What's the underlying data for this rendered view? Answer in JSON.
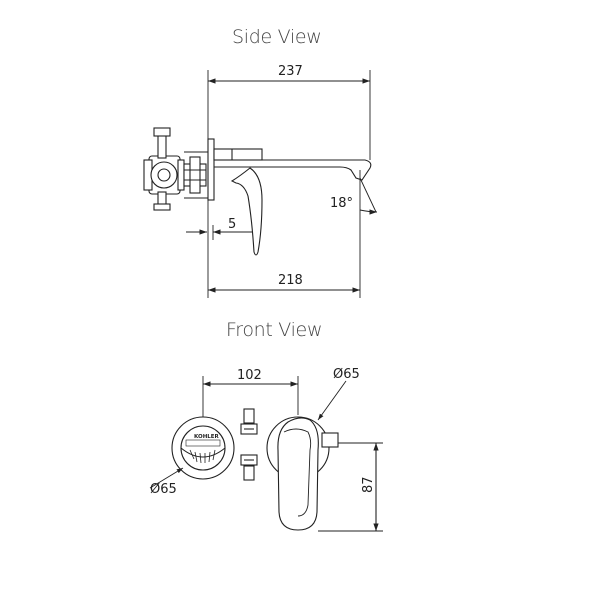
{
  "side_view": {
    "title": "Side View",
    "dims": {
      "overall_length": "237",
      "wall_plate_gap": "5",
      "spout_length": "218",
      "spout_angle": "18°"
    }
  },
  "front_view": {
    "title": "Front View",
    "dims": {
      "center_distance": "102",
      "right_plate_diameter": "Ø65",
      "left_plate_diameter": "Ø65",
      "height": "87"
    },
    "logo_text": "KOHLER"
  }
}
